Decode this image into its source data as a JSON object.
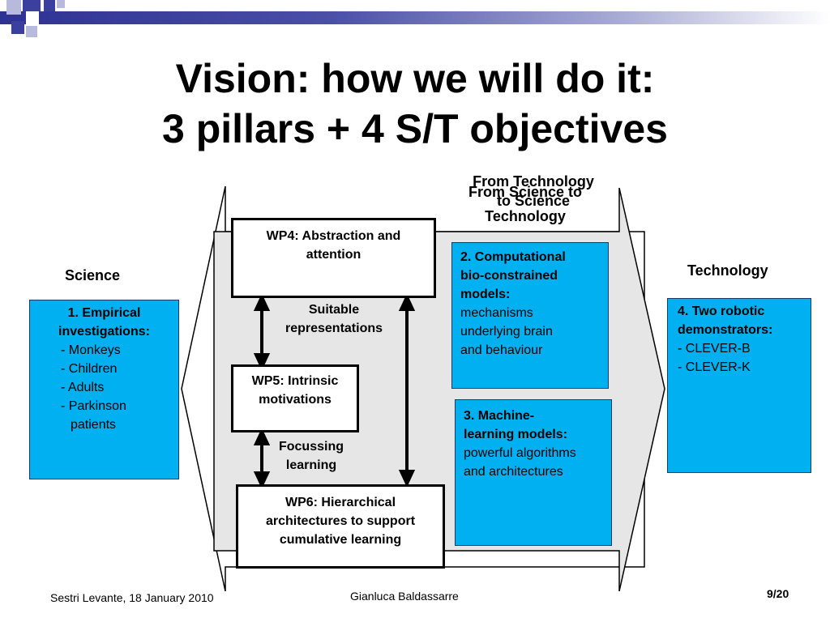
{
  "slide": {
    "title_line1": "Vision: how we will do it:",
    "title_line2": "3 pillars + 4 S/T objectives"
  },
  "labels": {
    "science": "Science",
    "technology": "Technology",
    "from_tech_to_science_1": "From Technology",
    "from_tech_to_science_2": "to Science",
    "from_science_to_tech_1": "From Science to",
    "from_science_to_tech_2": "Technology"
  },
  "boxes": {
    "empirical": {
      "title_1": "1. Empirical",
      "title_2": "investigations:",
      "items": [
        "- Monkeys",
        "- Children",
        "- Adults",
        "- Parkinson",
        "patients"
      ]
    },
    "computational": {
      "title_1": "2. Computational",
      "title_2": "bio-constrained",
      "title_3": "models:",
      "body_1": "mechanisms",
      "body_2": "underlying brain",
      "body_3": "and behaviour"
    },
    "machine_learning": {
      "title_1": "3. Machine-",
      "title_2": "learning models:",
      "body_1": "powerful algorithms",
      "body_2": "and architectures"
    },
    "robotic": {
      "title_1": "4. Two robotic",
      "title_2": "demonstrators:",
      "items": [
        "- CLEVER-B",
        "- CLEVER-K"
      ]
    }
  },
  "work_packages": {
    "wp4_1": "WP4: Abstraction and",
    "wp4_2": "attention",
    "wp5_1": "WP5: Intrinsic",
    "wp5_2": "motivations",
    "wp6_1": "WP6: Hierarchical",
    "wp6_2": "architectures to support",
    "wp6_3": "cumulative learning"
  },
  "connectors": {
    "suitable_1": "Suitable",
    "suitable_2": "representations",
    "focussing_1": "Focussing",
    "focussing_2": "learning"
  },
  "footer": {
    "location_date": "Sestri Levante, 18 January 2010",
    "author": "Gianluca Baldassarre",
    "page": "9/20"
  },
  "colors": {
    "accent_blue": "#00b0f0",
    "header_navy": "#2e3192",
    "arrow_fill": "#e6e6e6"
  }
}
